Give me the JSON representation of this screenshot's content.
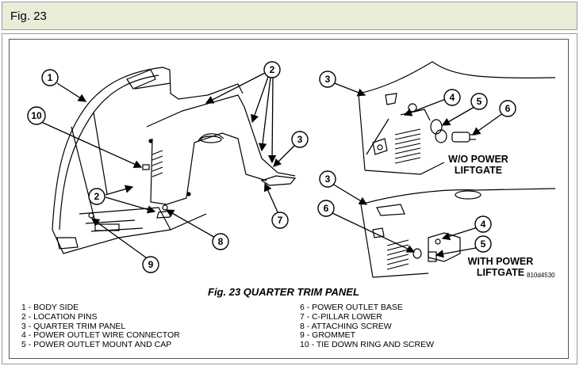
{
  "header": {
    "title": "Fig. 23"
  },
  "figure": {
    "caption": "Fig. 23 QUARTER TRIM PANEL",
    "reference_code": "810d4530",
    "label_without_power": [
      "W/O POWER",
      "LIFTGATE"
    ],
    "label_with_power": [
      "WITH POWER",
      "LIFTGATE"
    ],
    "callouts": [
      "1",
      "2",
      "3",
      "4",
      "5",
      "6",
      "7",
      "8",
      "9",
      "10"
    ]
  },
  "legend": {
    "left": [
      "1 - BODY SIDE",
      "2 - LOCATION PINS",
      "3 - QUARTER TRIM PANEL",
      "4 - POWER OUTLET WIRE CONNECTOR",
      "5 - POWER OUTLET MOUNT AND CAP"
    ],
    "right": [
      "6 - POWER OUTLET BASE",
      "7 - C-PILLAR LOWER",
      "8 - ATTACHING SCREW",
      "9 - GROMMET",
      "10 - TIE DOWN RING AND SCREW"
    ]
  }
}
